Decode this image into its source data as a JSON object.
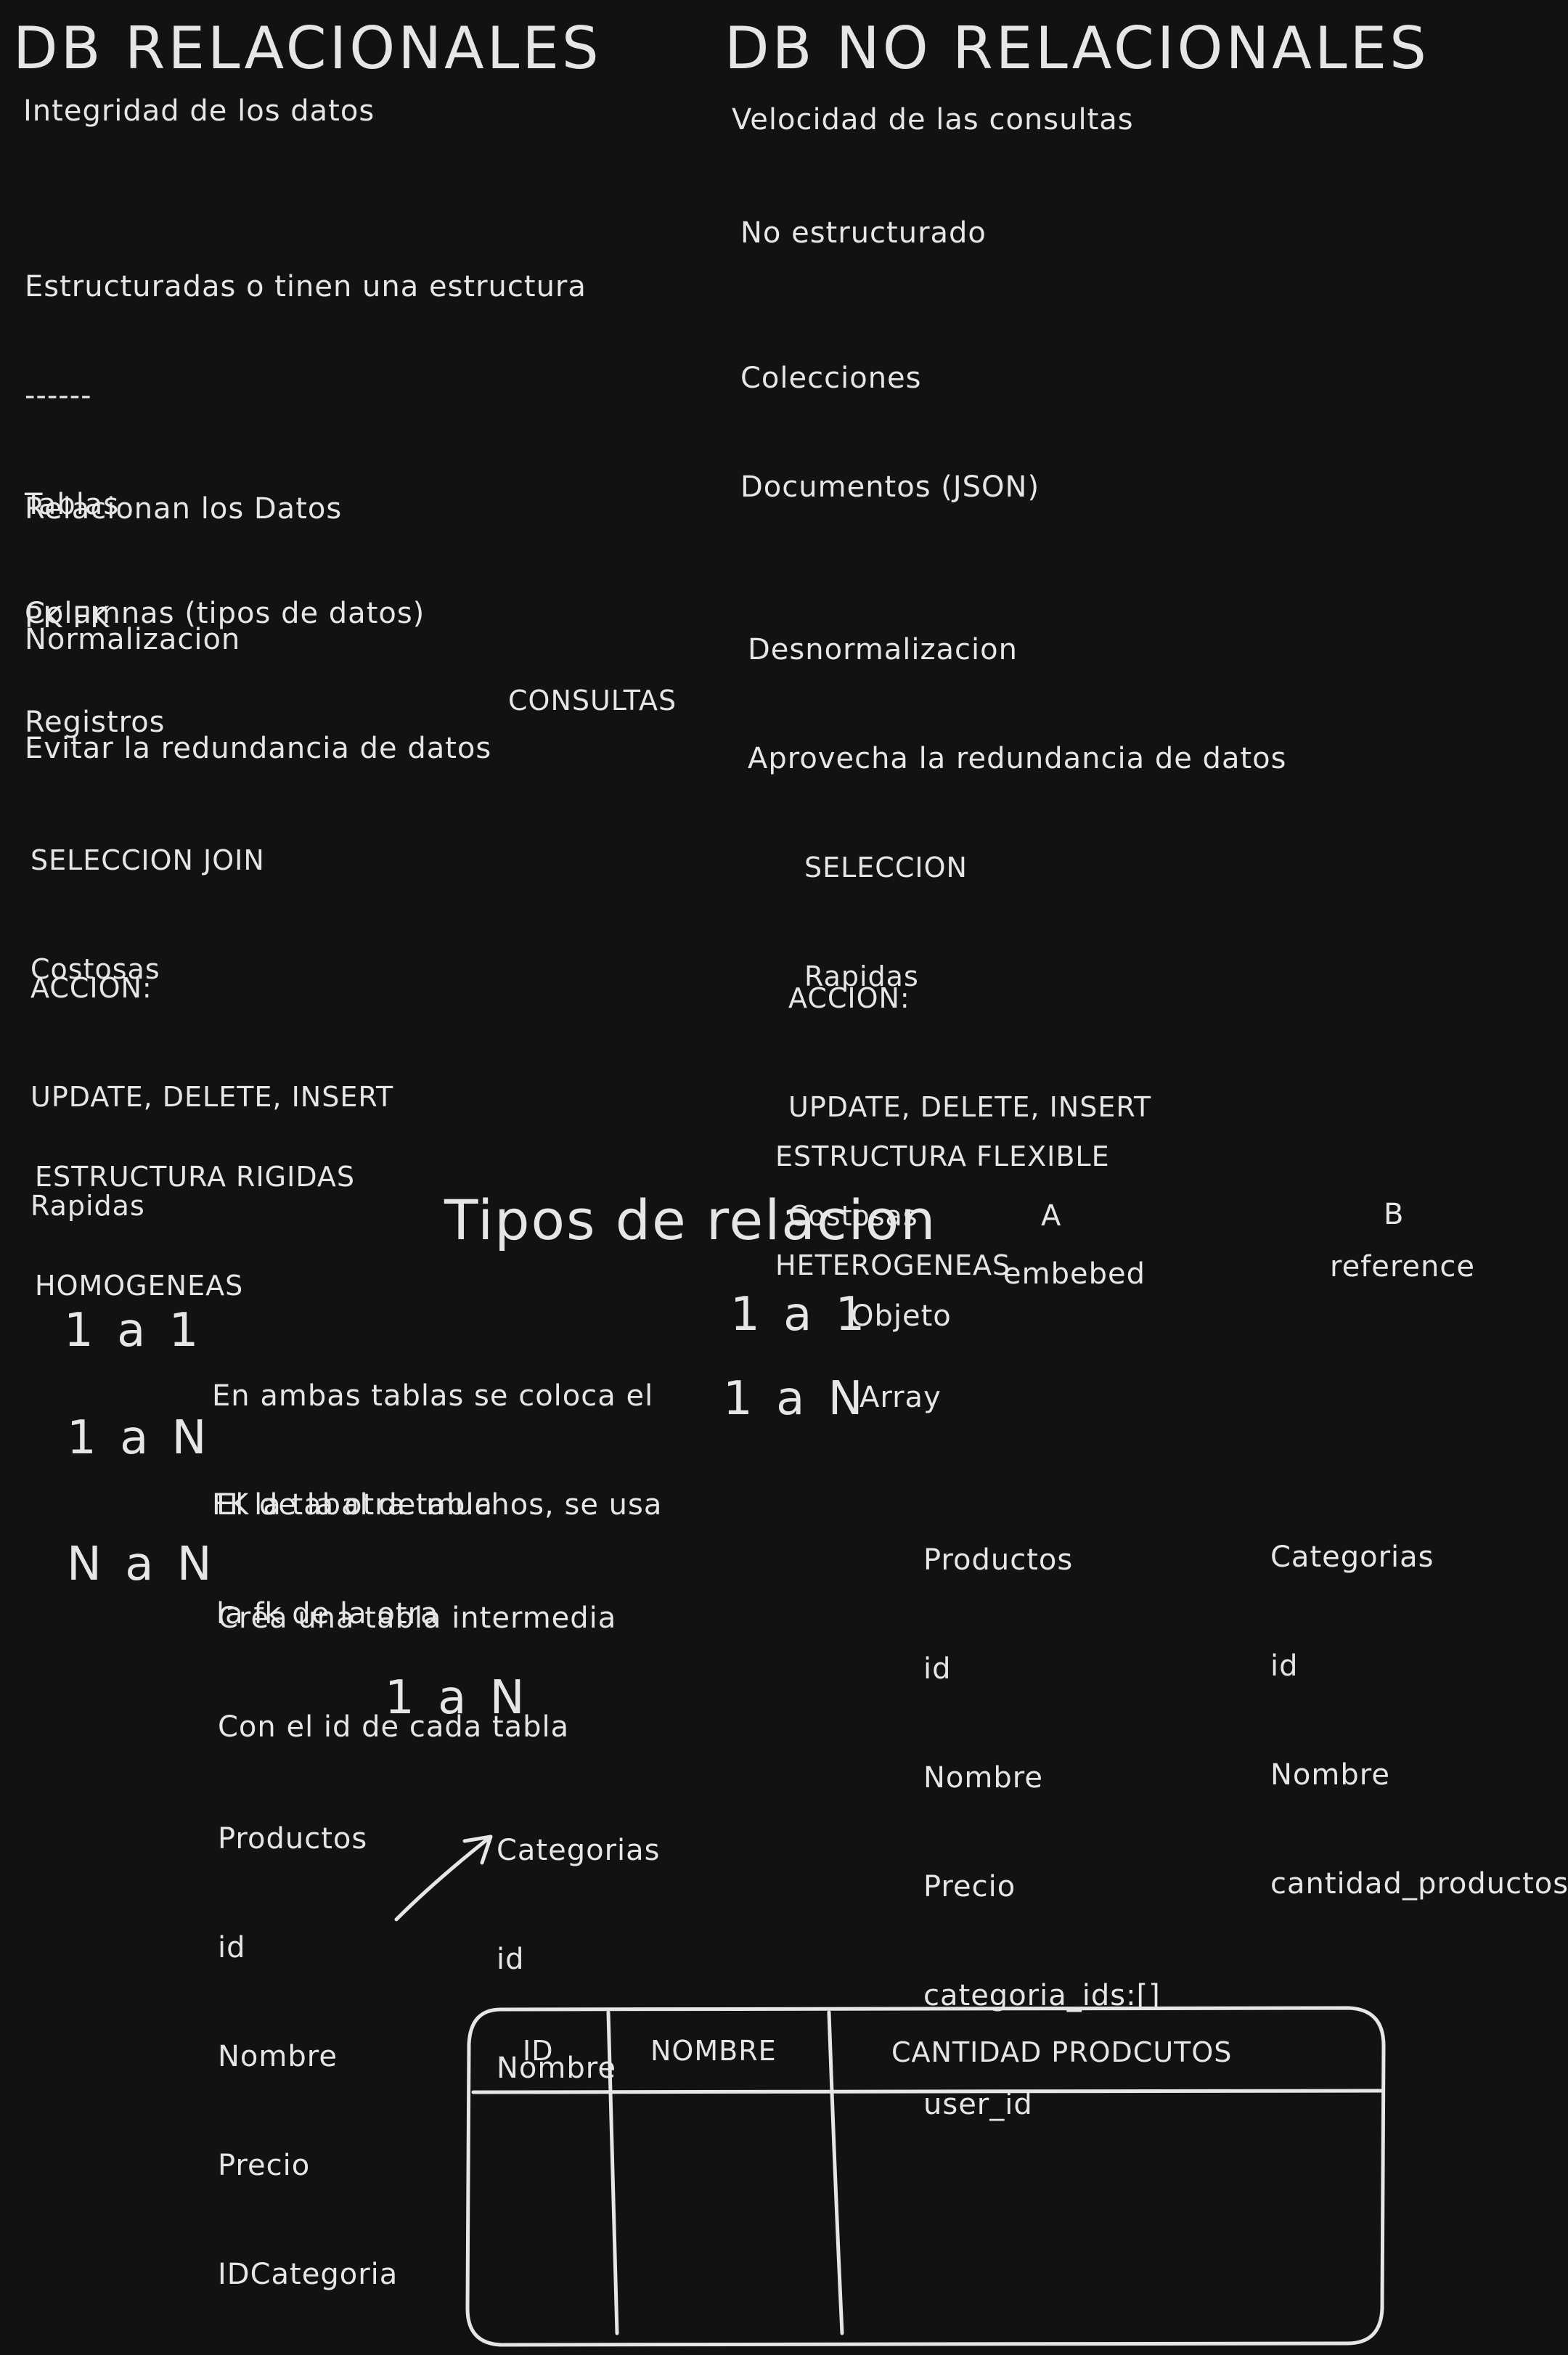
{
  "relacionales": {
    "title": "DB RELACIONALES",
    "integridad": "Integridad de los datos",
    "estructura": [
      "Estructuradas o tinen una estructura",
      "------",
      "Tablas",
      "Columnas (tipos de datos)",
      "Registros"
    ],
    "relacionan": [
      "Relacionan los Datos",
      "PK FK"
    ],
    "normalizacion": [
      "Normalizacion",
      "Evitar la redundancia de datos"
    ],
    "seleccion": [
      "SELECCION JOIN",
      "Costosas"
    ],
    "accion": [
      "ACCION:",
      "UPDATE, DELETE, INSERT",
      "Rapidas"
    ],
    "estructura_tipo": [
      "ESTRUCTURA RIGIDAS",
      "HOMOGENEAS"
    ]
  },
  "no_relacionales": {
    "title": "DB NO RELACIONALES",
    "velocidad": "Velocidad de las consultas",
    "no_estructurado": "No estructurado",
    "colecciones": [
      "Colecciones",
      "Documentos (JSON)"
    ],
    "desnormalizacion": [
      "Desnormalizacion",
      "Aprovecha la redundancia de datos"
    ],
    "seleccion": [
      "SELECCION",
      "Rapidas"
    ],
    "accion": [
      "ACCION:",
      "UPDATE, DELETE, INSERT",
      "Costosas"
    ],
    "estructura_tipo": [
      "ESTRUCTURA FLEXIBLE",
      "HETEROGENEAS"
    ]
  },
  "consultas": "CONSULTAS",
  "tipos": {
    "title": "Tipos de relacion",
    "a_label": "A",
    "a_sub": "embebed",
    "b_label": "B",
    "b_sub": "reference",
    "rel_1a1": "1 a 1",
    "rel_1a1_desc": [
      "En ambas tablas se coloca el",
      "FK de la otra tabla"
    ],
    "rel_1aN": "1 a N",
    "rel_1aN_desc": [
      "El la tabal de muchos, se usa",
      "la fk de la otra"
    ],
    "rel_NaN": "N a N",
    "rel_NaN_desc": [
      "Crea una tabla intermedia",
      "Con el id de cada tabla"
    ],
    "nr_1a1": "1 a 1",
    "nr_1a1_desc": "Objeto",
    "nr_1aN": "1 a N",
    "nr_1aN_desc": "Array"
  },
  "nr_productos": [
    "Productos",
    "id",
    "Nombre",
    "Precio",
    "categoria_ids:[]",
    "user_id"
  ],
  "nr_categorias": [
    "Categorias",
    "id",
    "Nombre",
    "cantidad_productos"
  ],
  "ejemplo": {
    "title": "1 a N",
    "productos": [
      "Productos",
      "id",
      "Nombre",
      "Precio",
      "IDCategoria"
    ],
    "categorias": [
      "Categorias",
      "id",
      "Nombre"
    ]
  },
  "tabla": {
    "headers": [
      "ID",
      "NOMBRE",
      "CANTIDAD PRODCUTOS"
    ]
  }
}
